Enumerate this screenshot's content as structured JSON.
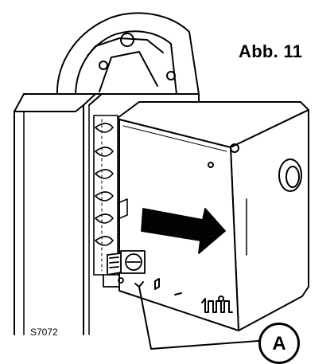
{
  "figure": {
    "title": "Abb. 11",
    "code": "S7072",
    "callout_label": "A"
  },
  "colors": {
    "line": "#000000",
    "background": "#ffffff",
    "arrow_fill": "#9a9a9a"
  }
}
